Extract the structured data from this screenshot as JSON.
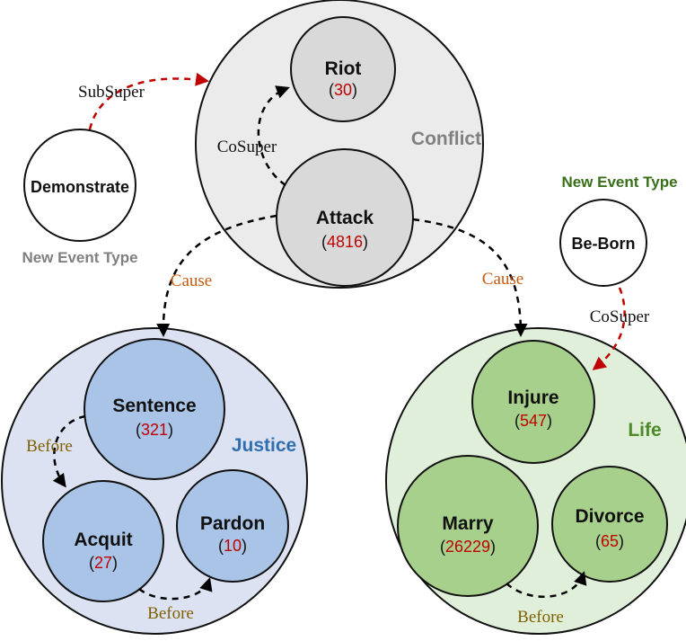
{
  "colors": {
    "conflict_fill": "#ebebeb",
    "conflict_label": "#808080",
    "justice_fill": "#dde2f3",
    "justice_node": "#a9c4e6",
    "justice_label": "#2f6fb0",
    "life_fill": "#e0efd9",
    "life_node": "#a8d08d",
    "life_label": "#4e8a2a",
    "gray_node": "#d9d9d9",
    "count_red": "#c00000",
    "cause_orange": "#c55a11",
    "before_olive": "#7f6000",
    "new_type_gray": "#7f7f7f",
    "new_type_green": "#386f1a",
    "red_dashed": "#c00000"
  },
  "groups": {
    "conflict": {
      "label": "Conflict"
    },
    "justice": {
      "label": "Justice"
    },
    "life": {
      "label": "Life"
    }
  },
  "nodes": {
    "riot": {
      "name": "Riot",
      "count": "30"
    },
    "attack": {
      "name": "Attack",
      "count": "4816"
    },
    "sentence": {
      "name": "Sentence",
      "count": "321"
    },
    "acquit": {
      "name": "Acquit",
      "count": "27"
    },
    "pardon": {
      "name": "Pardon",
      "count": "10"
    },
    "injure": {
      "name": "Injure",
      "count": "547"
    },
    "marry": {
      "name": "Marry",
      "count": "26229"
    },
    "divorce": {
      "name": "Divorce",
      "count": "65"
    },
    "demonstrate": {
      "name": "Demonstrate"
    },
    "be_born": {
      "name": "Be-Born"
    }
  },
  "new_types": {
    "left": "New Event Type",
    "right": "New Event Type"
  },
  "edges": {
    "subsuper": "SubSuper",
    "cosuper_conflict": "CoSuper",
    "cosuper_life": "CoSuper",
    "cause_left": "Cause",
    "cause_right": "Cause",
    "before_justice_1": "Before",
    "before_justice_2": "Before",
    "before_life": "Before"
  }
}
